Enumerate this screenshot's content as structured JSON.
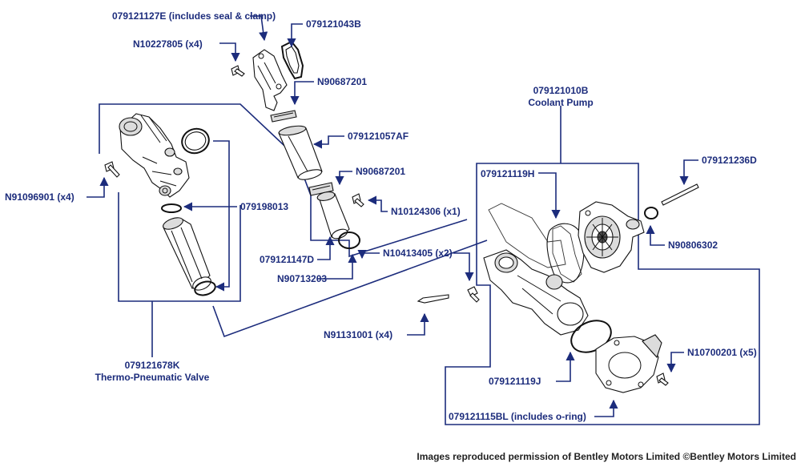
{
  "labels": {
    "p_079121127E": "079121127E (includes seal & clamp)",
    "p_079121043B": "079121043B",
    "p_N10227805": "N10227805 (x4)",
    "p_N90687201_a": "N90687201",
    "p_079121057AF": "079121057AF",
    "p_N90687201_b": "N90687201",
    "p_N10124306": "N10124306 (x1)",
    "p_079121147D": "079121147D",
    "p_N90713203": "N90713203",
    "p_N10413405": "N10413405 (x2)",
    "p_N91096901": "N91096901 (x4)",
    "p_079198013": "079198013",
    "p_079121678K": "079121678K",
    "p_079121678K_name": "Thermo-Pneumatic Valve",
    "p_079121010B": "079121010B",
    "p_079121010B_name": "Coolant Pump",
    "p_079121119H": "079121119H",
    "p_079121236D": "079121236D",
    "p_N90806302": "N90806302",
    "p_N91131001": "N91131001 (x4)",
    "p_N10700201": "N10700201 (x5)",
    "p_079121119J": "079121119J",
    "p_079121115BL": "079121115BL (includes o-ring)"
  },
  "credit": "Images reproduced permission of Bentley Motors Limited ©Bentley Motors Limited",
  "colors": {
    "label_text": "#1c2c7c",
    "leader_lines": "#1c2c7c",
    "part_outline": "#111111",
    "background": "#ffffff"
  }
}
